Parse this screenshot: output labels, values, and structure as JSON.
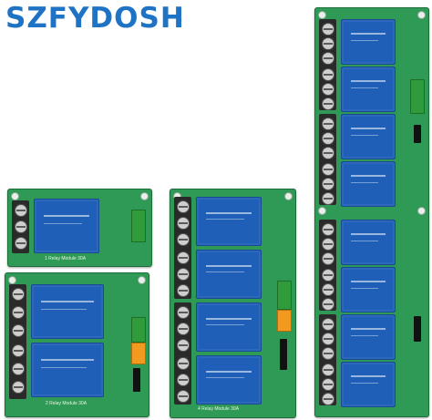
{
  "brand": {
    "text": "SZFYDOSH",
    "color": "#1f73c4"
  },
  "colors": {
    "pcb_green": "#2f9a55",
    "relay_blue": "#1f5fb8",
    "terminal_black": "#2a2a2a",
    "green_terminal": "#2f9b3a",
    "orange_terminal": "#f29a1f"
  },
  "products": {
    "one_channel": {
      "silk": "1 Relay Module 30A"
    },
    "two_channel": {
      "silk": "2 Relay Module 30A"
    },
    "four_channel": {
      "silk": "4 Relay Module 30A"
    }
  }
}
